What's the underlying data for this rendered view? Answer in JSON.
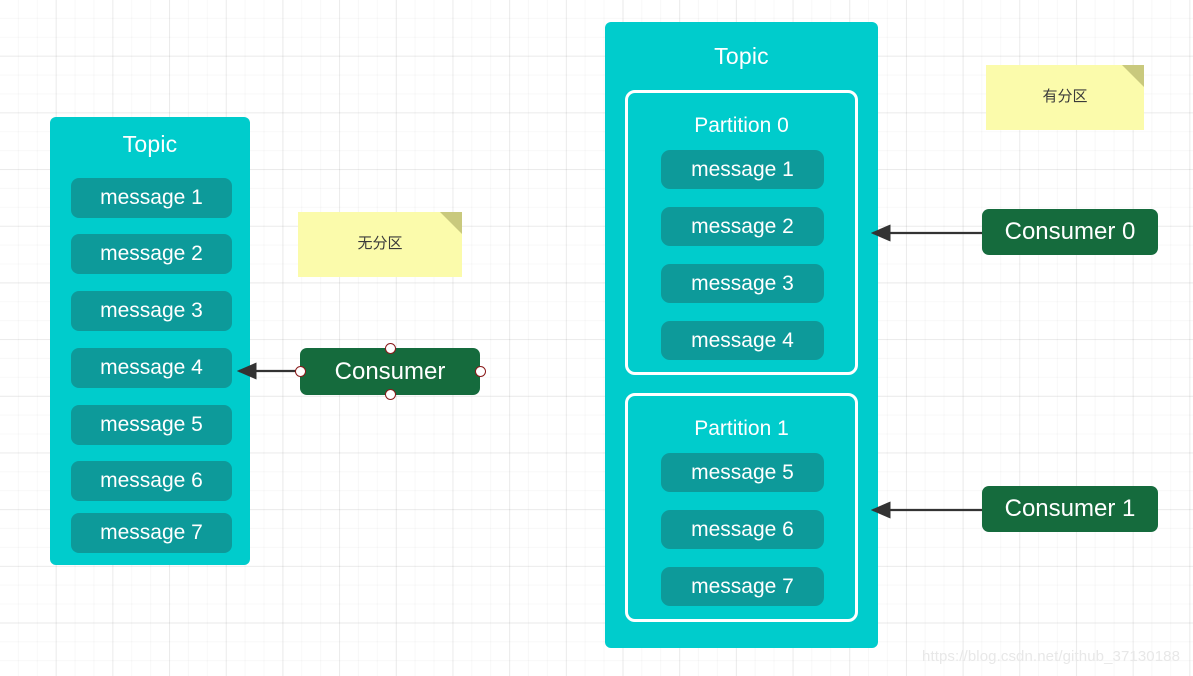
{
  "diagram": {
    "colors": {
      "topic_fill": "#00cccc",
      "message_fill": "#0d9a9a",
      "consumer_fill": "#156b3d",
      "note_fill": "#fbfbab",
      "note_fold": "#c9c97d",
      "partition_border": "#ffffff",
      "arrow": "#333333",
      "handle_stroke": "#8a1b1b",
      "grid_line": "#e6e6e6",
      "watermark": "#e8e8e8"
    },
    "left_group": {
      "note": {
        "text": "无分区"
      },
      "topic": {
        "title": "Topic",
        "messages": [
          {
            "label": "message 1"
          },
          {
            "label": "message 2"
          },
          {
            "label": "message 3"
          },
          {
            "label": "message 4"
          },
          {
            "label": "message 5"
          },
          {
            "label": "message 6"
          },
          {
            "label": "message 7"
          }
        ]
      },
      "consumer": {
        "label": "Consumer",
        "selected": true
      }
    },
    "right_group": {
      "note": {
        "text": "有分区"
      },
      "topic": {
        "title": "Topic",
        "partitions": [
          {
            "title": "Partition 0",
            "messages": [
              {
                "label": "message 1"
              },
              {
                "label": "message 2"
              },
              {
                "label": "message 3"
              },
              {
                "label": "message 4"
              }
            ]
          },
          {
            "title": "Partition 1",
            "messages": [
              {
                "label": "message 5"
              },
              {
                "label": "message 6"
              },
              {
                "label": "message 7"
              }
            ]
          }
        ]
      },
      "consumers": [
        {
          "label": "Consumer 0",
          "selected": false
        },
        {
          "label": "Consumer 1",
          "selected": false
        }
      ]
    },
    "watermark": {
      "text": "https://blog.csdn.net/github_37130188"
    }
  }
}
